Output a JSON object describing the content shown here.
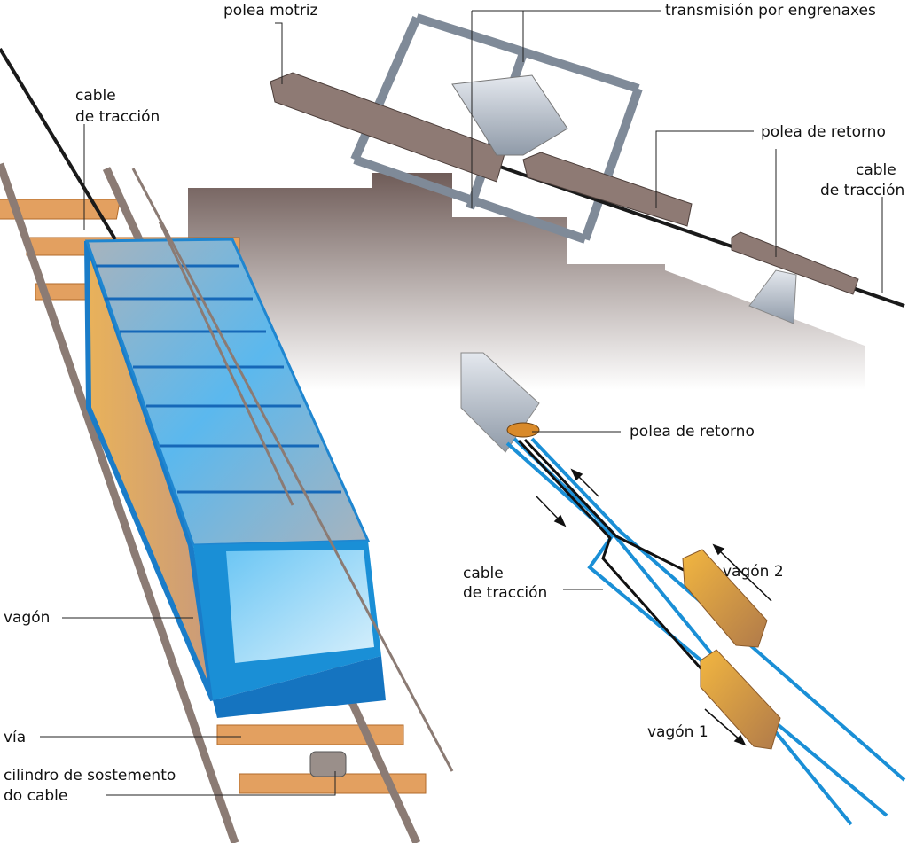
{
  "labels": {
    "drive_pulley": "polea motriz",
    "gear_transmission": "transmisión por engrenaxes",
    "haul_cable_top_left": [
      "cable",
      "de tracción"
    ],
    "return_pulley_top": "polea de retorno",
    "haul_cable_top_right": [
      "cable",
      "de tracción"
    ],
    "return_pulley_scheme": "polea de retorno",
    "haul_cable_scheme": [
      "cable",
      "de tracción"
    ],
    "car_2": "vagón 2",
    "car_1": "vagón 1",
    "car": "vagón",
    "track": "vía",
    "cable_roller": [
      "cilindro de sostemento",
      "do cable"
    ]
  },
  "colors": {
    "car_blue": "#1a8fd6",
    "roof_grey": "#9aa6b4",
    "sleeper_orange": "#e0954a",
    "ground_brown": "#8a7a74",
    "car_orange": "#e8a23a"
  }
}
